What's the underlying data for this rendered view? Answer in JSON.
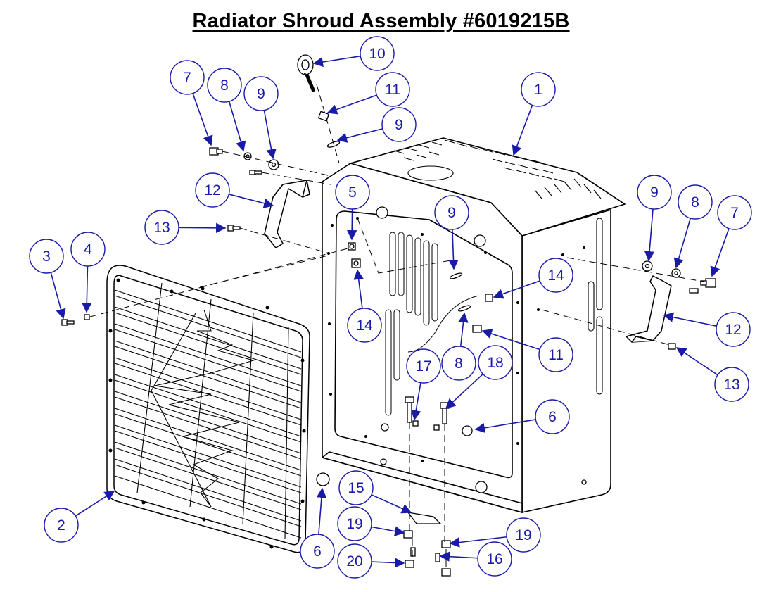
{
  "title": "Radiator Shroud Assembly #6019215B",
  "callouts": [
    {
      "id": "c1",
      "label": "1"
    },
    {
      "id": "c2",
      "label": "2"
    },
    {
      "id": "c3",
      "label": "3"
    },
    {
      "id": "c4",
      "label": "4"
    },
    {
      "id": "c5",
      "label": "5"
    },
    {
      "id": "c6a",
      "label": "6"
    },
    {
      "id": "c6b",
      "label": "6"
    },
    {
      "id": "c7a",
      "label": "7"
    },
    {
      "id": "c7b",
      "label": "7"
    },
    {
      "id": "c8a",
      "label": "8"
    },
    {
      "id": "c8b",
      "label": "8"
    },
    {
      "id": "c8c",
      "label": "8"
    },
    {
      "id": "c9a",
      "label": "9"
    },
    {
      "id": "c9b",
      "label": "9"
    },
    {
      "id": "c9c",
      "label": "9"
    },
    {
      "id": "c9d",
      "label": "9"
    },
    {
      "id": "c10",
      "label": "10"
    },
    {
      "id": "c11a",
      "label": "11"
    },
    {
      "id": "c11b",
      "label": "11"
    },
    {
      "id": "c12a",
      "label": "12"
    },
    {
      "id": "c12b",
      "label": "12"
    },
    {
      "id": "c13a",
      "label": "13"
    },
    {
      "id": "c13b",
      "label": "13"
    },
    {
      "id": "c14a",
      "label": "14"
    },
    {
      "id": "c14b",
      "label": "14"
    },
    {
      "id": "c15",
      "label": "15"
    },
    {
      "id": "c16",
      "label": "16"
    },
    {
      "id": "c17",
      "label": "17"
    },
    {
      "id": "c18",
      "label": "18"
    },
    {
      "id": "c19a",
      "label": "19"
    },
    {
      "id": "c19b",
      "label": "19"
    },
    {
      "id": "c20",
      "label": "20"
    }
  ],
  "colors": {
    "bubble": "#1a1aa8",
    "arrow": "#1a1aa8",
    "line": "#000000",
    "background": "#ffffff"
  }
}
